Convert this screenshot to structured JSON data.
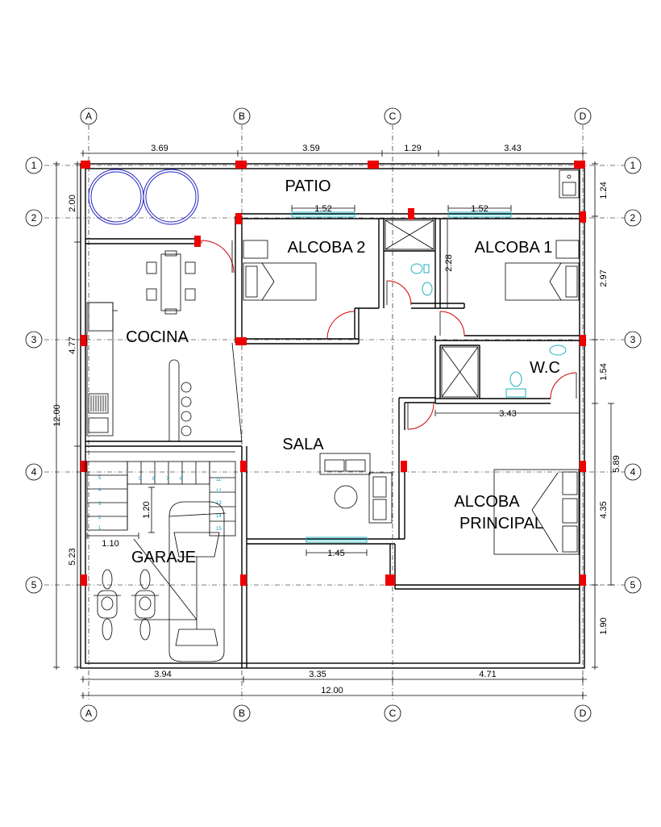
{
  "axes": {
    "columns": [
      "A",
      "B",
      "C",
      "D"
    ],
    "rows": [
      "1",
      "2",
      "3",
      "4",
      "5"
    ]
  },
  "rooms": {
    "patio": "PATIO",
    "alcoba2": "ALCOBA 2",
    "alcoba1": "ALCOBA 1",
    "cocina": "COCINA",
    "wc": "W.C",
    "sala": "SALA",
    "alcoba_principal_1": "ALCOBA",
    "alcoba_principal_2": "PRINCIPAL",
    "garaje": "GARAJE"
  },
  "dimensions": {
    "top": [
      "3.69",
      "3.59",
      "1.29",
      "3.43"
    ],
    "bottom": [
      "3.94",
      "3.35",
      "4.71"
    ],
    "bottom_total": "12.00",
    "left_total": "12.00",
    "left_parts": [
      "2.00",
      "4.77",
      "5.23"
    ],
    "right_parts": [
      "1.24",
      "2.97",
      "1.54",
      "5.89",
      "4.35",
      "1.90"
    ],
    "interior": {
      "win_alcoba2": "1.52",
      "win_alcoba1": "1.52",
      "bath_h": "2.28",
      "wc_w": "3.43",
      "stair_h": "1.20",
      "stair_w": "1.10",
      "win_sala": "1.45"
    }
  },
  "stair_steps": {
    "left": [
      "5",
      "4",
      "3",
      "2",
      "1"
    ],
    "top": [
      "9",
      "8",
      "7",
      "6"
    ],
    "right": [
      "11",
      "12",
      "13",
      "14",
      "15"
    ]
  },
  "colors": {
    "wall": "#000000",
    "column": "#ee0000",
    "window": "#20b0c0",
    "door": "#d00000",
    "pool": "#2020c0"
  }
}
